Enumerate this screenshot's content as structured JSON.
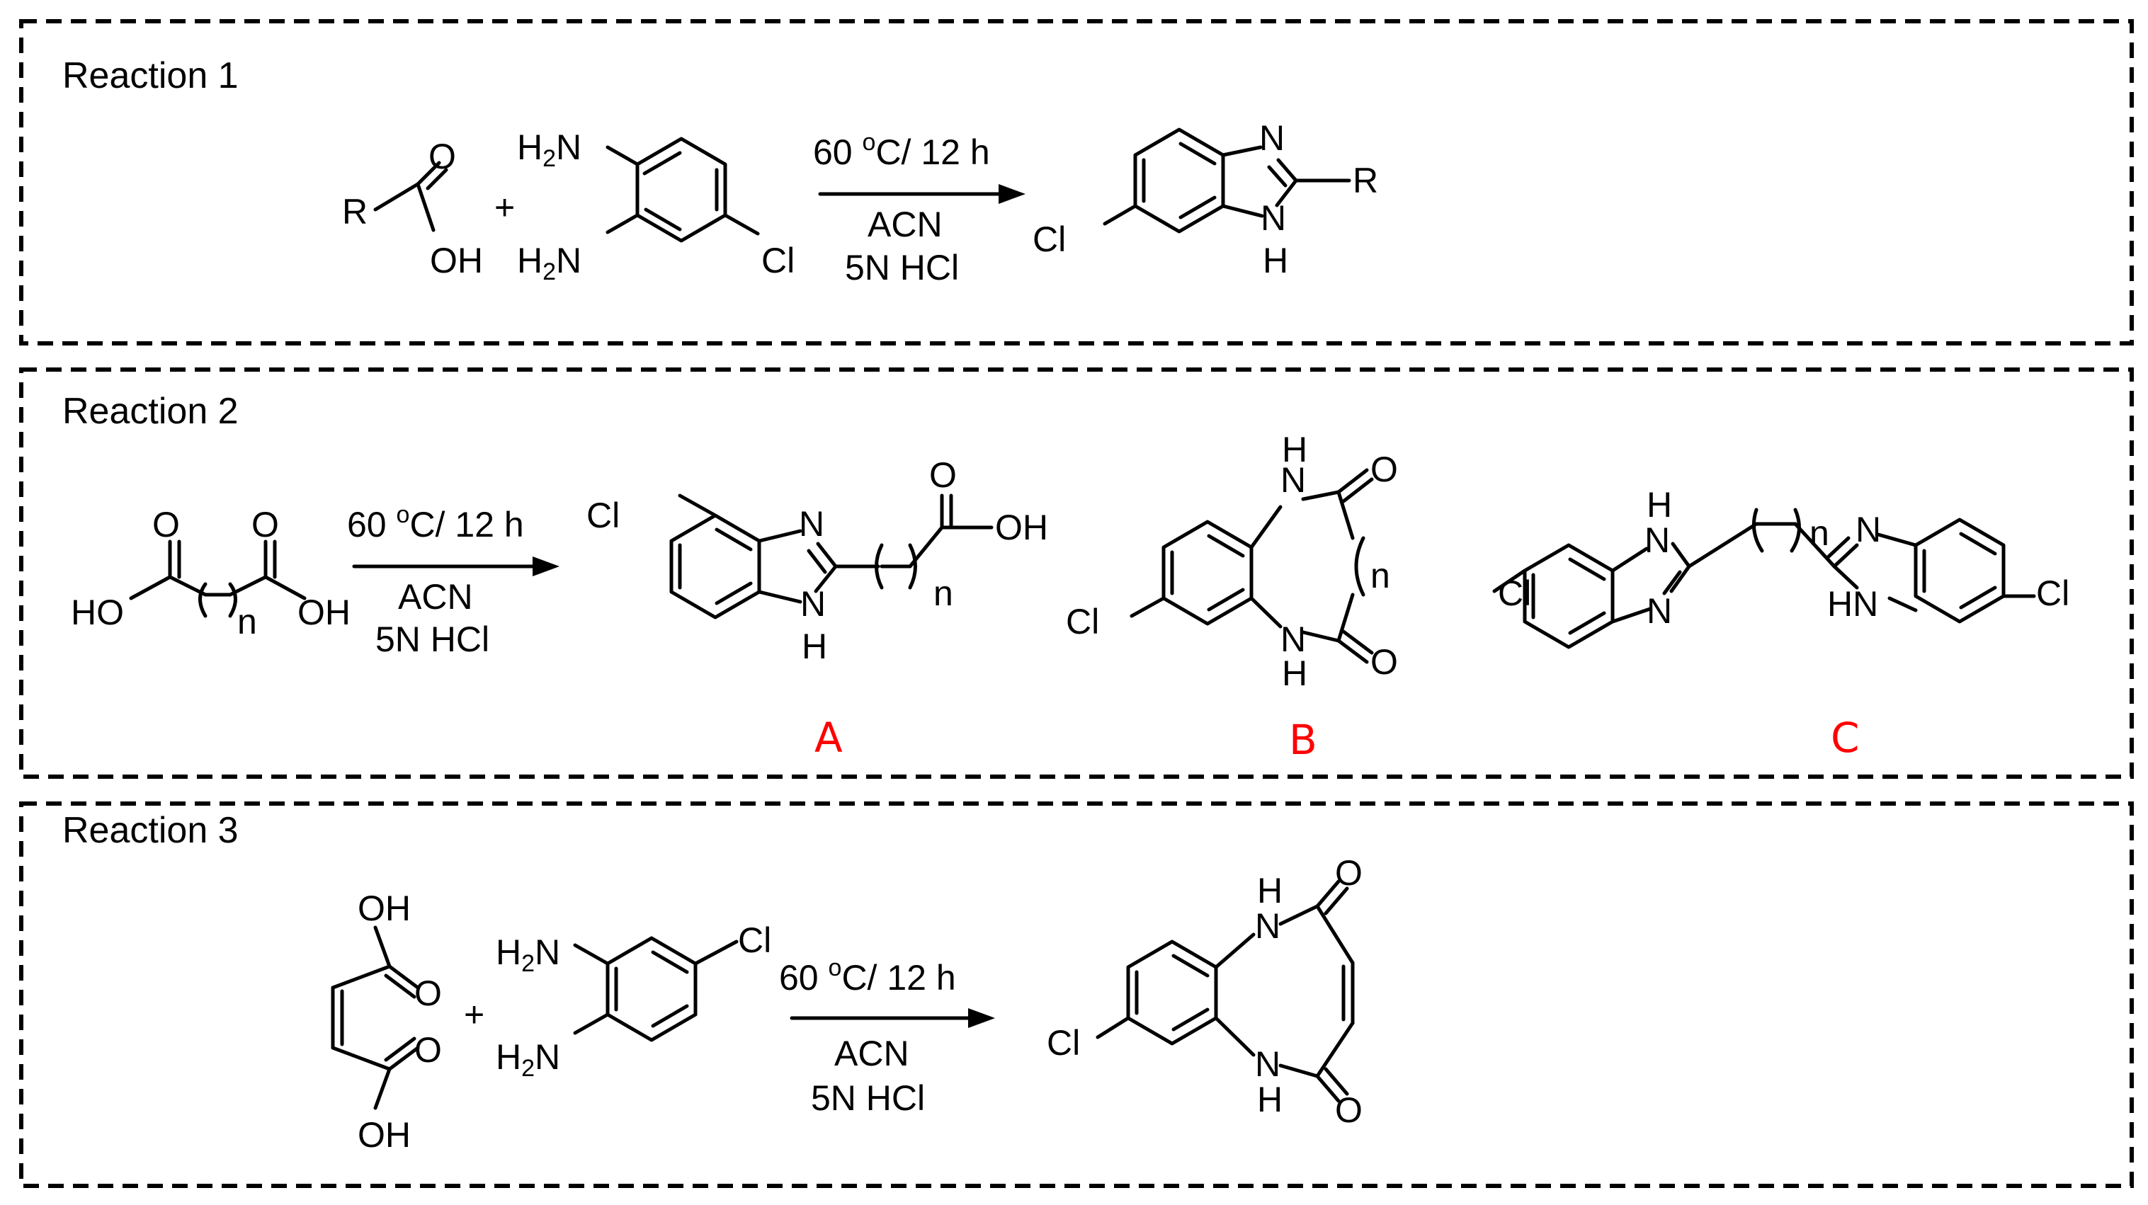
{
  "reactions": [
    {
      "title": "Reaction 1",
      "conditions": {
        "temp": "60 ",
        "deg": "o",
        "rest": "C/ 12 h",
        "solvent": "ACN",
        "acid": "5N HCl"
      },
      "atoms": {
        "R1": "R",
        "O1": "O",
        "OH1": "OH",
        "plus": "+",
        "H2N1": "H2N",
        "H2N2": "H2N",
        "Cl1": "Cl",
        "N1": "N",
        "R2": "R",
        "NH1": "N",
        "H1": "H",
        "Cl2": "Cl"
      }
    },
    {
      "title": "Reaction 2",
      "conditions": {
        "temp": "60 ",
        "deg": "o",
        "rest": "C/ 12 h",
        "solvent": "ACN",
        "acid": "5N HCl"
      },
      "atoms": {
        "O1": "O",
        "O2": "O",
        "HO": "HO",
        "OH": "OH",
        "n1": "n",
        "ClA": "Cl",
        "NA": "N",
        "NHA": "N",
        "HA": "H",
        "OA": "O",
        "OHA": "OH",
        "nA": "n",
        "ClB": "Cl",
        "NHB1": "N",
        "HB1": "H",
        "NHB2": "N",
        "HB2": "H",
        "OB1": "O",
        "OB2": "O",
        "nB": "n",
        "ClC1": "Cl",
        "HC1": "H",
        "NC1": "N",
        "NC2": "N",
        "nC": "n",
        "NC3": "N",
        "HNC": "HN",
        "ClC2": "Cl"
      },
      "products": [
        "A",
        "B",
        "C"
      ],
      "product_color": "#ff0000"
    },
    {
      "title": "Reaction 3",
      "conditions": {
        "temp": "60 ",
        "deg": "o",
        "rest": "C/ 12 h",
        "solvent": "ACN",
        "acid": "5N HCl"
      },
      "atoms": {
        "OH1": "OH",
        "O1": "O",
        "O2": "O",
        "OH2": "OH",
        "plus": "+",
        "H2N1": "H2N",
        "H2N2": "H2N",
        "Cl1": "Cl",
        "NH1": "N",
        "H1": "H",
        "O3": "O",
        "NH2": "N",
        "H2": "H",
        "O4": "O",
        "Cl2": "Cl"
      }
    }
  ]
}
